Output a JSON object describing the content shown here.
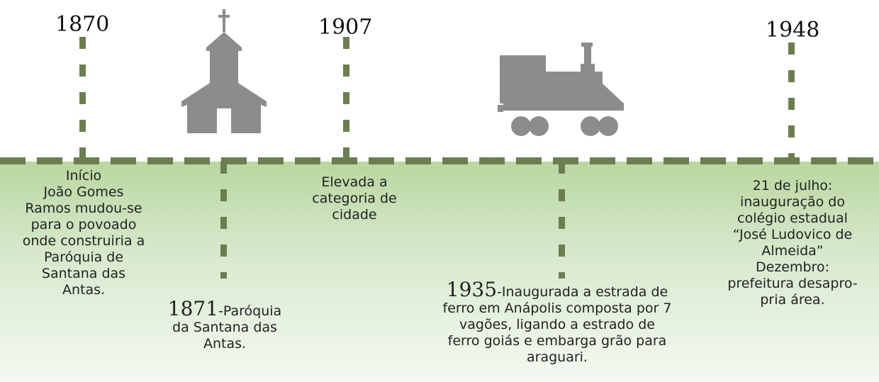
{
  "years": {
    "y1870": "1870",
    "y1907": "1907",
    "y1948": "1948"
  },
  "events": {
    "e1870": "Início\nJoão Gomes\nRamos mudou-se\npara o povoado\nonde construiria a\nParóquia de\nSantana das\nAntas.",
    "e1871_year": "1871",
    "e1871_text": "-Paróquia\nda Santana das\nAntas.",
    "e1907": "Elevada a\ncategoria de\ncidade",
    "e1935_year": "1935",
    "e1935_text": "-Inaugurada a estrada de\nferro em Anápolis composta por 7\nvagões, ligando a estrado de\nferro goiás e embarga grão para\naraguari.",
    "e1948": "21 de julho:\ninauguração do\ncolégio estadual\n“José Ludovico de\nAlmeida”\nDezembro:\nprefeitura desapro-\npria área."
  },
  "icons": {
    "church": "church-icon",
    "train": "locomotive-icon"
  },
  "colors": {
    "axis": "#6c7d50",
    "icon": "#8c8c8c",
    "band_top": "#b9d7a0",
    "band_bottom": "#f4f9f1"
  }
}
